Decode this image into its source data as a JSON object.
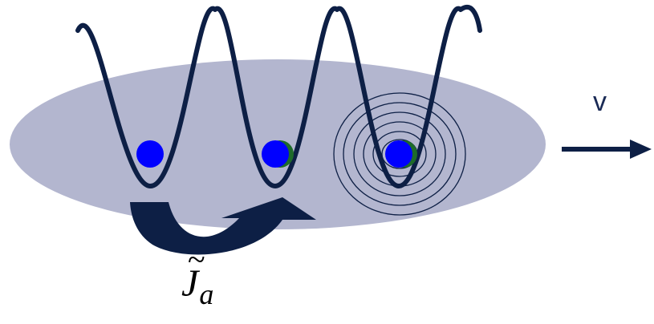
{
  "diagram": {
    "velocity_label": "v",
    "hopping_symbol": "J",
    "hopping_subscript": "a",
    "hopping_accent": "~",
    "colors": {
      "cloud": "#b3b6cf",
      "potential_curve": "#0d1f45",
      "atom": "#0000ff",
      "atom_shadow": "#1e6b2a",
      "hop_arrow": "#0d1f45",
      "velocity_arrow": "#0d1f45",
      "text": "#1a2a55"
    },
    "wells": [
      {
        "id": "well-1",
        "has_atom": true,
        "atom_shadow": false,
        "rings": 0
      },
      {
        "id": "well-2",
        "has_atom": true,
        "atom_shadow": true,
        "rings": 0
      },
      {
        "id": "well-3",
        "has_atom": true,
        "atom_shadow": true,
        "rings": 6
      }
    ]
  }
}
